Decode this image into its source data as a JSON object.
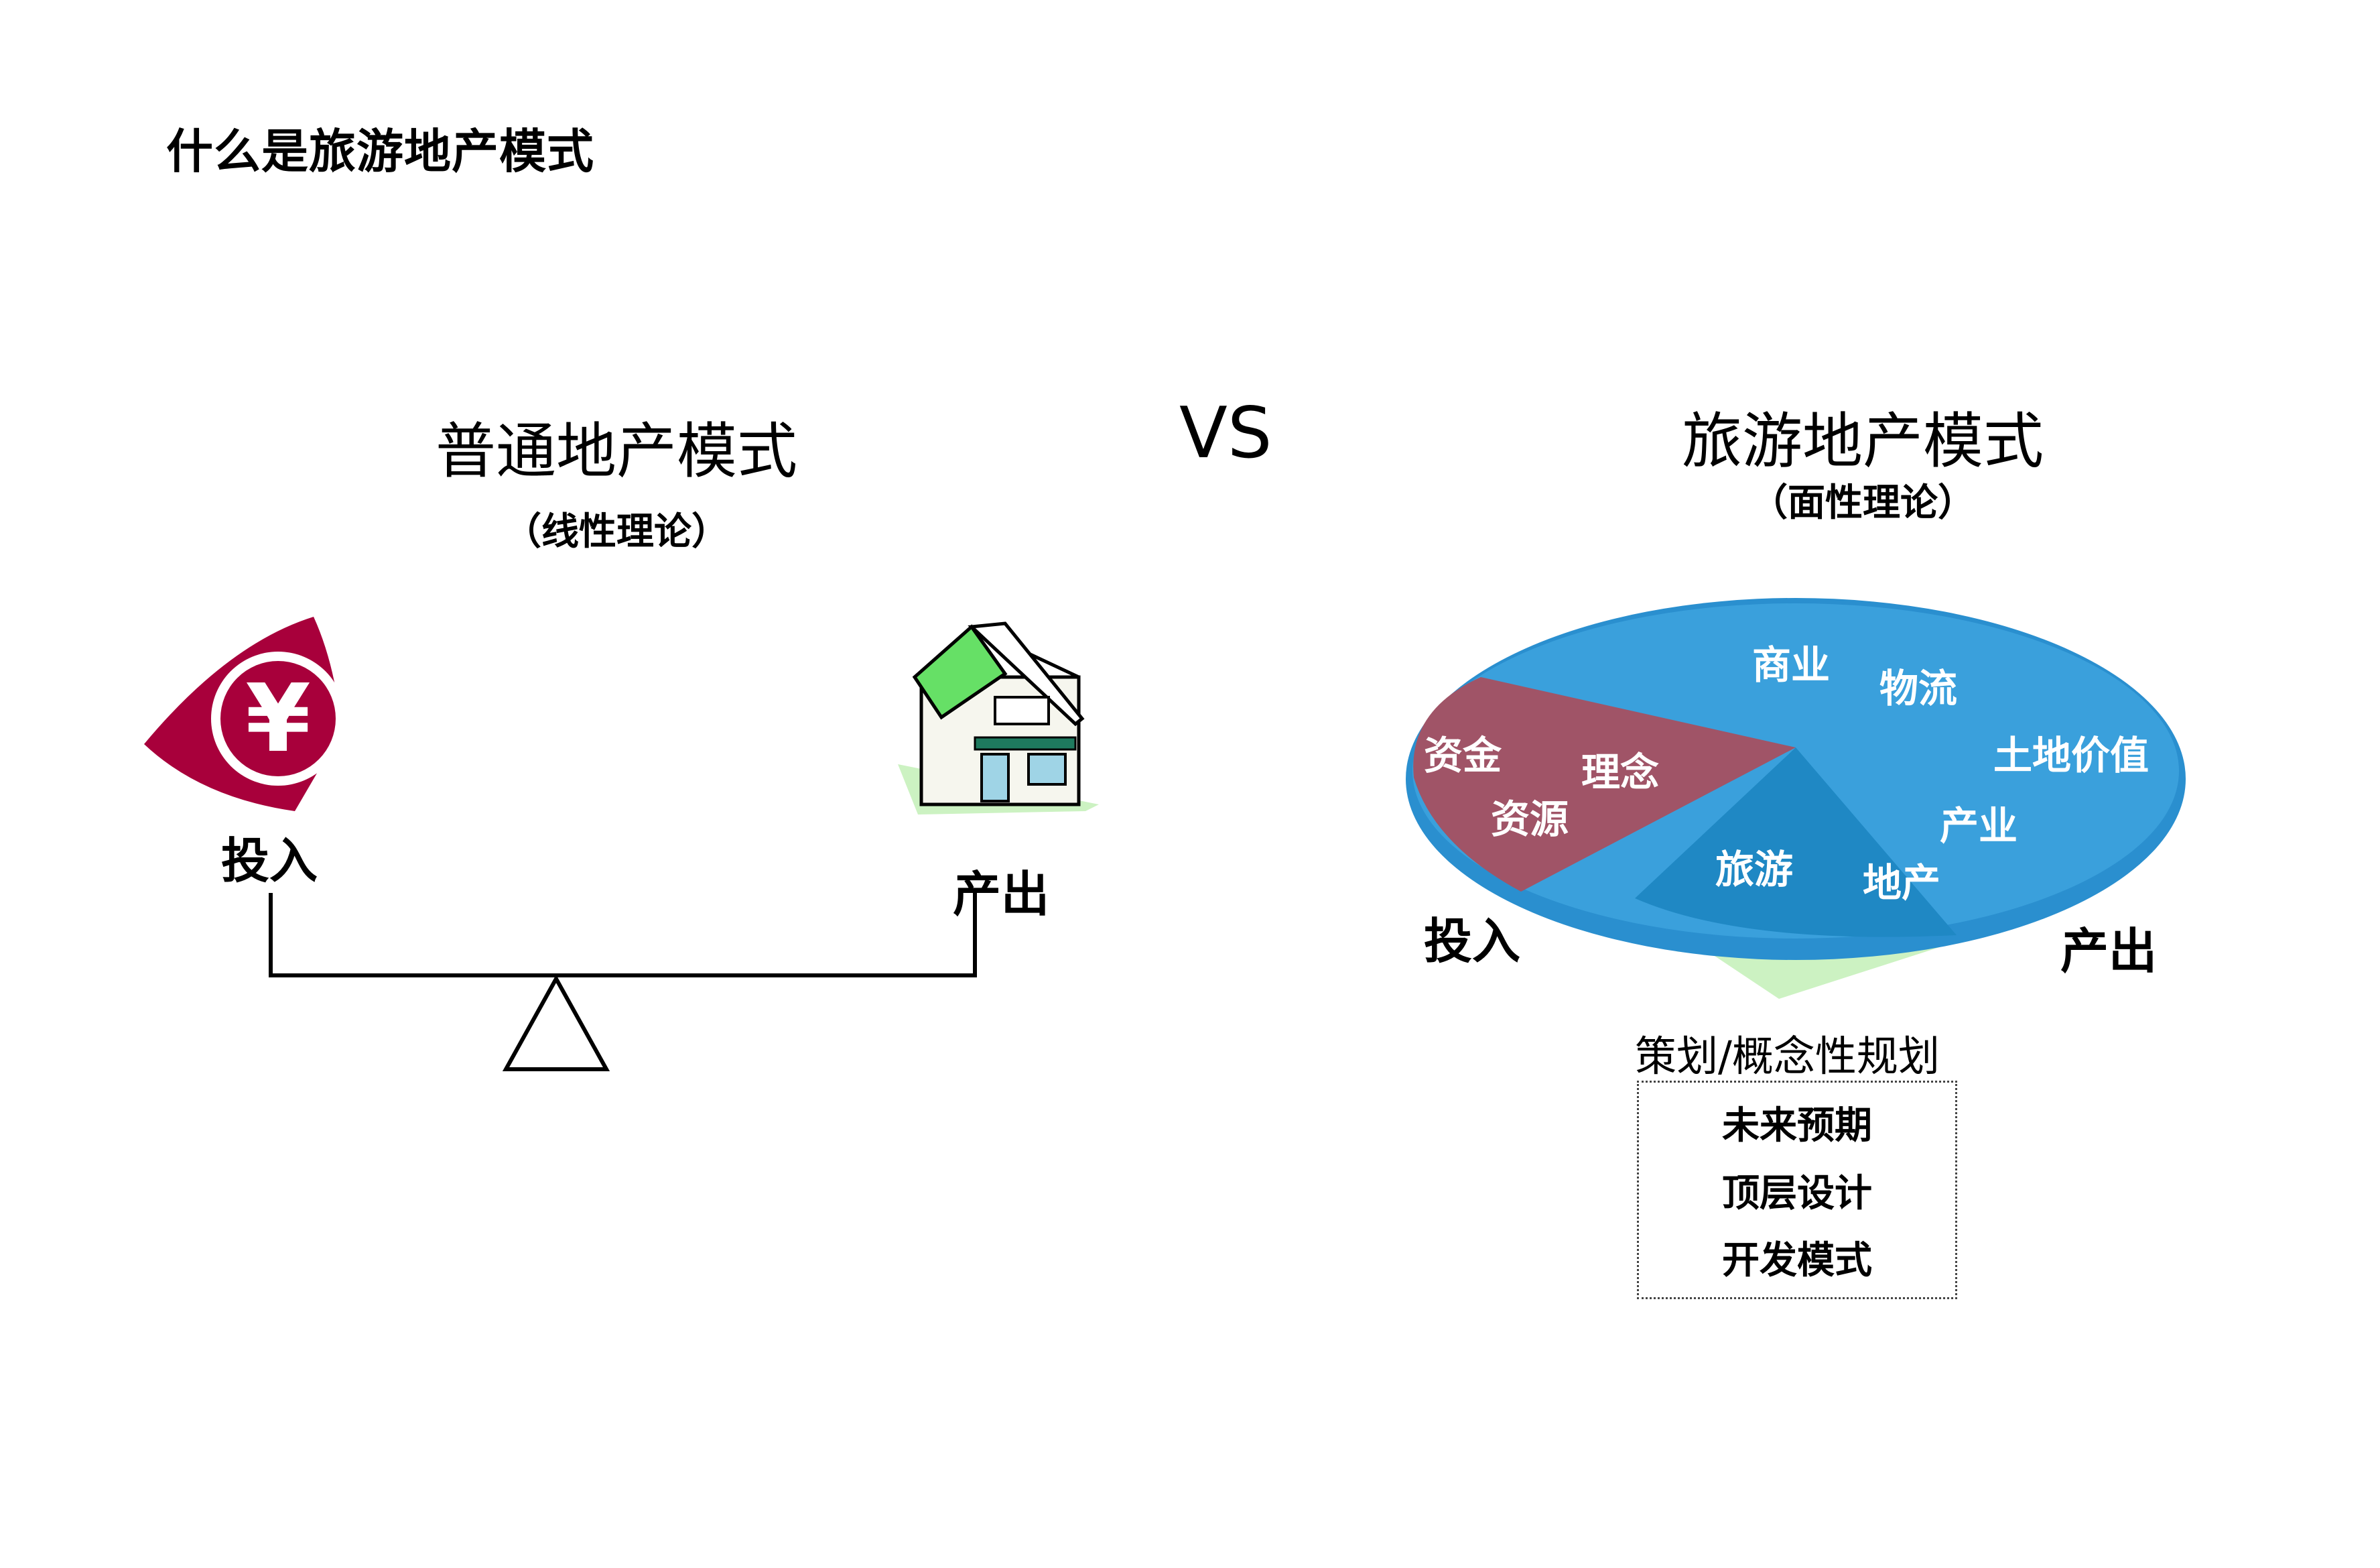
{
  "title": "什么是旅游地产模式",
  "left": {
    "heading": "普通地产模式",
    "subheading": "（线性理论）",
    "input_label": "投入",
    "output_label": "产出"
  },
  "vs": "VS",
  "right": {
    "heading": "旅游地产模式",
    "subheading": "（面性理论）",
    "input_label": "投入",
    "output_label": "产出",
    "pie_labels": {
      "commerce": "商业",
      "logistics": "物流",
      "land_value": "土地价值",
      "capital": "资金",
      "concept": "理念",
      "resources": "资源",
      "industry": "产业",
      "tourism": "旅游",
      "real_estate": "地产"
    },
    "planning_title": "策划/概念性规划",
    "planning_items": [
      "未来预期",
      "顶层设计",
      "开发模式"
    ]
  },
  "colors": {
    "pie_blue": "#3aa0dc",
    "pie_blue_dark": "#1f88c4",
    "pie_red": "#a05467",
    "pie_green": "#ccf2c2",
    "money_red": "#a8003b",
    "house_roof": "#66e066"
  },
  "icons": [
    "yuan-coin-icon",
    "house-icon",
    "balance-scale-icon"
  ]
}
